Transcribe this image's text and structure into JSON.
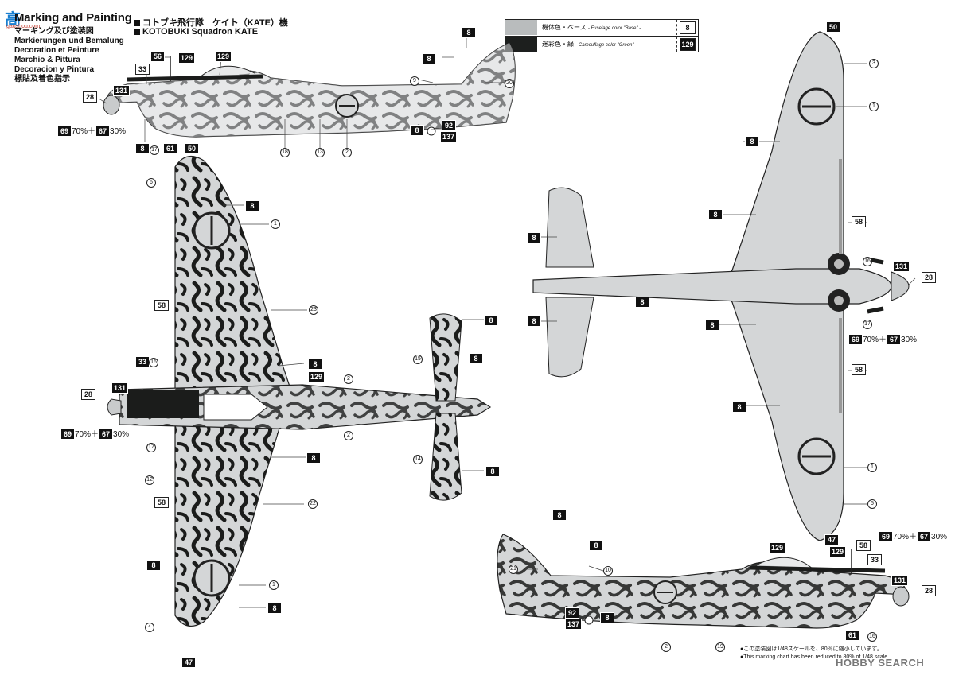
{
  "header": {
    "logo_text": "高",
    "logo_url": "gaoshou.com",
    "title": "Marking and Painting",
    "subtitles": [
      "マーキング及び塗装図",
      "Markierungen und Bemalung",
      "Decoration et Peinture",
      "Marchio & Pittura",
      "Decoracion y Pintura",
      "標貼及着色指示"
    ]
  },
  "scheme": {
    "jp": "コトブキ飛行隊　ケイト（KATE）機",
    "en": "KOTOBUKI Squadron KATE"
  },
  "legend": [
    {
      "label_jp": "機体色・ベース",
      "label_en": "- Fuselage color \"Base\" -",
      "code": "8",
      "swatch": "#b9bcbd"
    },
    {
      "label_jp": "迷彩色・緑",
      "label_en": "- Camouflage color \"Green\" -",
      "code": "129",
      "swatch": "#1d1f1e"
    }
  ],
  "mix_label": {
    "a": "69",
    "a_pct": "70%＋",
    "b": "67",
    "b_pct": "30%"
  },
  "colors": {
    "base": "#d4d6d7",
    "camo": "#1b1c1b",
    "outline": "#222222",
    "bg": "#ffffff"
  },
  "callouts": {
    "side_top": [
      "56",
      "129",
      "129",
      "33",
      "131",
      "28",
      "8",
      "8",
      "9",
      "20",
      "8",
      "92",
      "137",
      "8",
      "17",
      "61",
      "18",
      "13",
      "2"
    ],
    "plan_top": [
      "50",
      "6",
      "8",
      "1",
      "58",
      "23",
      "33",
      "16",
      "8",
      "129",
      "131",
      "28",
      "2",
      "2",
      "17",
      "8",
      "12",
      "22",
      "58",
      "8",
      "1",
      "8",
      "4",
      "47",
      "8",
      "15",
      "8",
      "14",
      "8"
    ],
    "plan_bottom": [
      "50",
      "3",
      "1",
      "8",
      "8",
      "58",
      "16",
      "131",
      "28",
      "8",
      "8",
      "17",
      "8",
      "58",
      "8",
      "8",
      "1",
      "5",
      "47"
    ],
    "side_bottom": [
      "8",
      "8",
      "21",
      "10",
      "129",
      "129",
      "58",
      "33",
      "131",
      "28",
      "92",
      "8",
      "137",
      "2",
      "19",
      "61",
      "16"
    ]
  },
  "note": {
    "jp": "●この塗装図は1/48スケールを、80％に縮小しています。",
    "en": "●This marking chart has been reduced to 80% of 1/48 scale."
  },
  "watermark": "HOBBY SEARCH"
}
